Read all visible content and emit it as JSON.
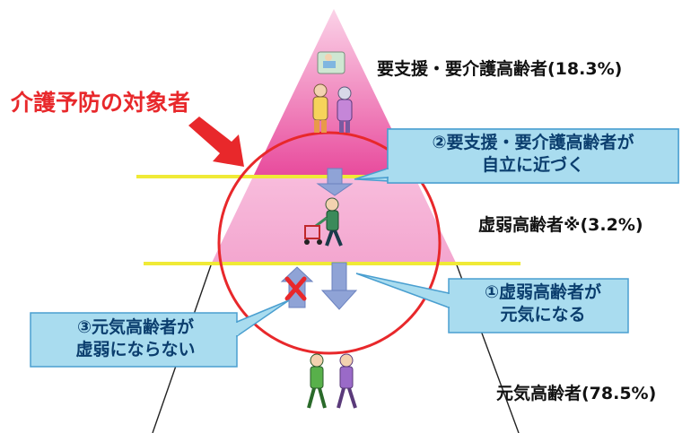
{
  "title": "介護予防の対象者",
  "tiers": {
    "top": "要支援・要介護高齢者(18.3%)",
    "middle": "虚弱高齢者※(3.2%)",
    "bottom": "元気高齢者(78.5%)"
  },
  "callouts": {
    "improve": {
      "line1": "②要支援・要介護高齢者が",
      "line2": "自立に近づく"
    },
    "recover": {
      "line1": "①虚弱高齢者が",
      "line2": "元気になる"
    },
    "prevent": {
      "line1": "③元気高齢者が",
      "line2": "虚弱にならない"
    }
  },
  "colors": {
    "top_tier": "#e9439a",
    "mid_tier": "#f7b6d8",
    "circle": "#e8282b",
    "divider": "#f0ea36",
    "arrow": "#8fa3d6",
    "callout_fill": "#a9dcef",
    "callout_border": "#4a9fd0",
    "callout_text": "#0b3e6e",
    "title": "#e8282b"
  },
  "icons": [
    "pointer-arrow-icon",
    "cross-icon",
    "elderly-pair-icon",
    "walker-icon",
    "walking-pair-icon",
    "care-scene-icon"
  ]
}
